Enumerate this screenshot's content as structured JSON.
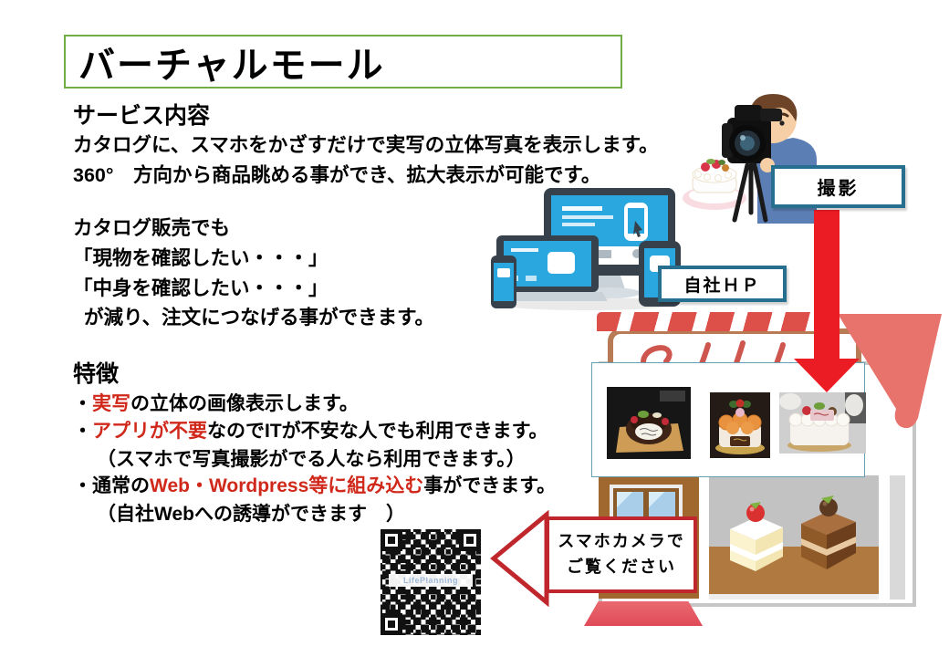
{
  "slide": {
    "title": "バーチャルモール"
  },
  "service": {
    "heading": "サービス内容",
    "lines": [
      "カタログに、スマホをかざすだけで実写の立体写真を表示します。",
      "360°　方向から商品眺める事ができ、拡大表示が可能です。"
    ],
    "catalog_heading": "カタログ販売でも",
    "quotes": [
      "「現物を確認したい・・・」",
      "「中身を確認したい・・・」"
    ],
    "conclusion": "が減り、注文につなげる事ができます。"
  },
  "features": {
    "heading": "特徴",
    "items": [
      {
        "pre": "・",
        "red": "実写",
        "post": "の立体の画像表示します。"
      },
      {
        "pre": "・",
        "red": "アプリが不要",
        "post": "なのでITが不安な人でも利用できます。"
      },
      {
        "pre": "・通常の",
        "red": "Web・Wordpress等に組み込む",
        "post": "事ができます。"
      }
    ],
    "notes": [
      "（スマホで写真撮影がでる人なら利用できます。）",
      "（自社Webへの誘導ができます　）"
    ]
  },
  "labels": {
    "shooting": "撮影",
    "company_hp": "自社ＨＰ",
    "qr_caption_line1": "スマホカメラで",
    "qr_caption_line2": "ご覧ください",
    "qr_brand": "LifePlanning"
  },
  "colors": {
    "title_border_green": "#70AD47",
    "red_accent_text": "#D0281A",
    "arrow_red": "#EC1C24",
    "outline_arrow_red": "#C0272D",
    "label_box_border": "#266F8E",
    "awning_red": "#DD4F49",
    "drape_red": "#E8736C",
    "door_brown": "#A0682F"
  }
}
